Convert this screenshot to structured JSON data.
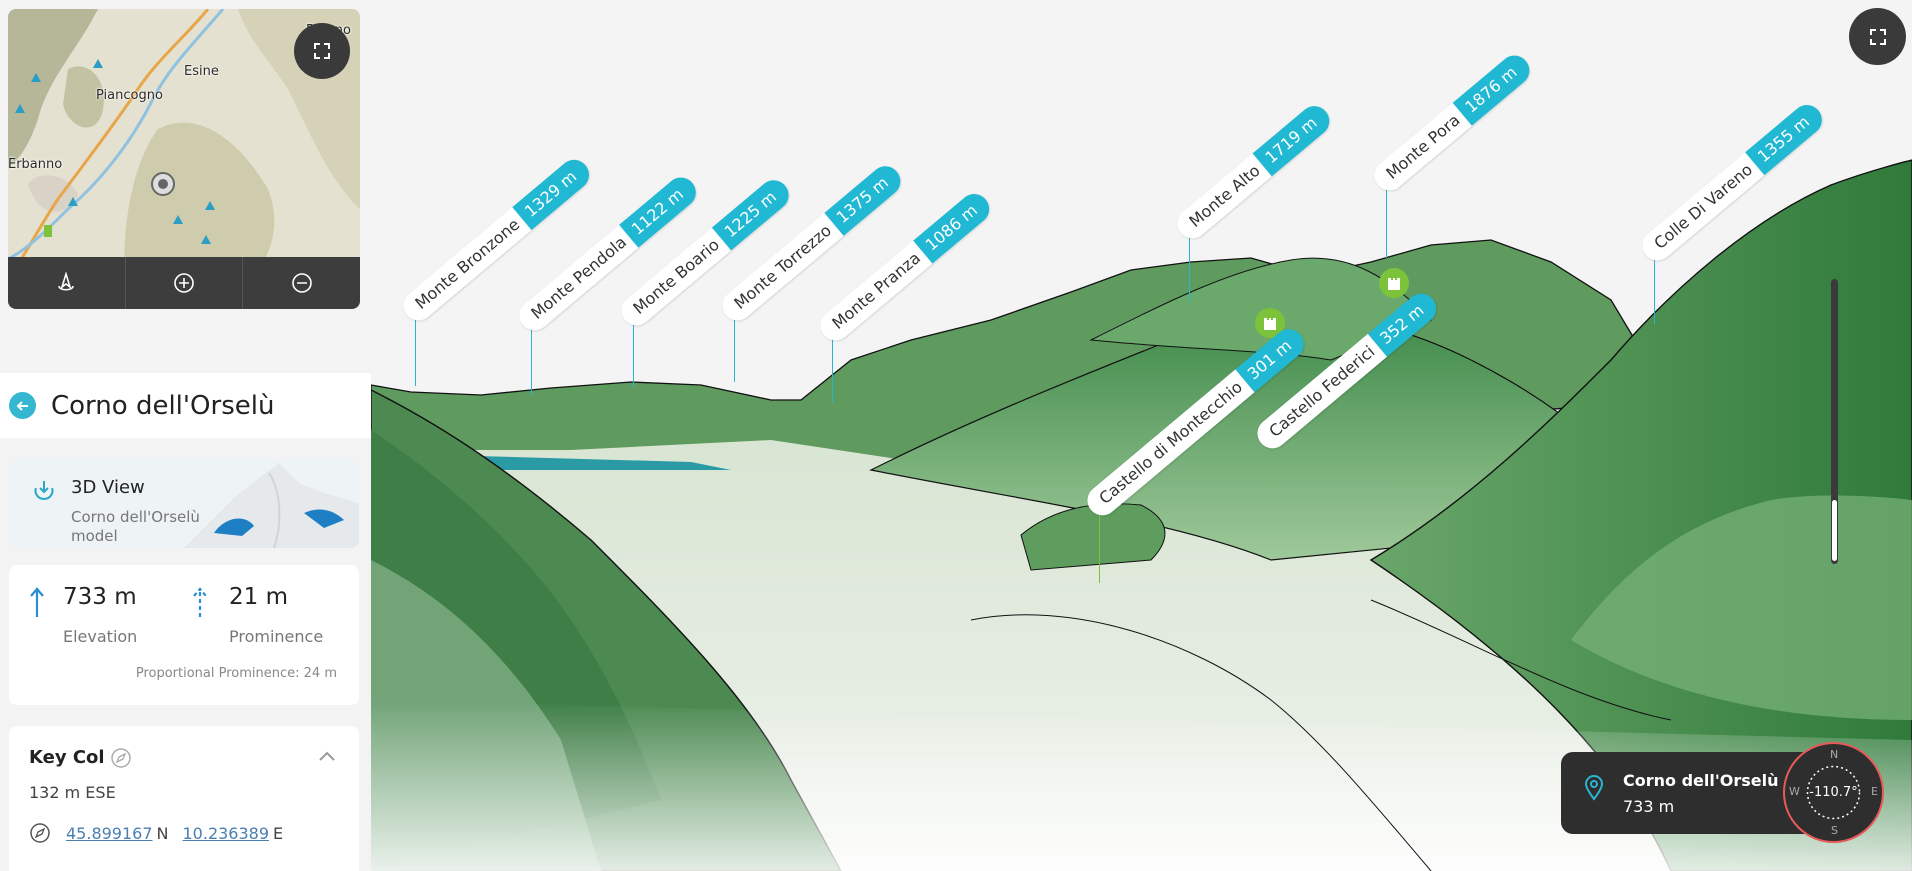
{
  "minimap": {
    "places": [
      "Bienno",
      "Esine",
      "Piancogno",
      "Erbanno"
    ],
    "expand_icon": "expand-icon",
    "toolbar": [
      "compass-rose-icon",
      "zoom-in-icon",
      "zoom-out-icon"
    ]
  },
  "peak": {
    "title": "Corno dell'Orselù"
  },
  "view3d_card": {
    "title": "3D View",
    "subtitle": "Corno dell'Orselù model"
  },
  "stats": {
    "elevation_value": "733 m",
    "elevation_label": "Elevation",
    "prominence_value": "21 m",
    "prominence_label": "Prominence",
    "proportional": "Proportional Prominence: 24 m"
  },
  "key_col": {
    "title": "Key Col",
    "distance": "132 m  ESE",
    "lat": "45.899167",
    "lat_dir": "N",
    "lon": "10.236389",
    "lon_dir": "E"
  },
  "labels": [
    {
      "name": "Monte Bronzone",
      "elev": "1329 m"
    },
    {
      "name": "Monte Pendola",
      "elev": "1122 m"
    },
    {
      "name": "Monte Boario",
      "elev": "1225 m"
    },
    {
      "name": "Monte Torrezzo",
      "elev": "1375 m"
    },
    {
      "name": "Monte Pranza",
      "elev": "1086 m"
    },
    {
      "name": "Monte Alto",
      "elev": "1719 m"
    },
    {
      "name": "Monte Pora",
      "elev": "1876 m"
    },
    {
      "name": "Colle Di Vareno",
      "elev": "1355 m"
    },
    {
      "name": "Castello di Montecchio",
      "elev": "301 m"
    },
    {
      "name": "Castello Federici",
      "elev": "352 m"
    }
  ],
  "info": {
    "name": "Corno dell'Orselù",
    "elevation": "733 m"
  },
  "compass": {
    "angle": "-110.7°",
    "n": "N",
    "e": "E",
    "s": "S",
    "w": "W"
  },
  "zoom_level": 0.22,
  "colors": {
    "accent": "#21b8d4",
    "castle": "#7cc23a",
    "dark": "#2e2e2e"
  }
}
